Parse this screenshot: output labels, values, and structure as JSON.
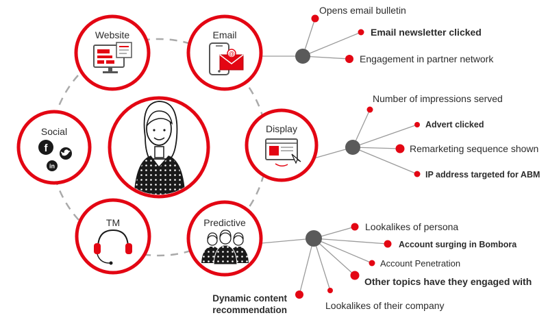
{
  "colors": {
    "accent": "#e30613",
    "dark": "#1a1a1a",
    "hub": "#5a5a5a",
    "muted": "#888888",
    "dashed_ring": "#aaaaaa"
  },
  "channels": {
    "center": {
      "icon": "persona-woman-icon"
    },
    "website": {
      "label": "Website",
      "icon": "desktop-monitor-icon"
    },
    "email": {
      "label": "Email",
      "icon": "phone-email-icon"
    },
    "social": {
      "label": "Social",
      "icon": "social-media-icon",
      "networks": [
        "f",
        "in"
      ]
    },
    "display": {
      "label": "Display",
      "icon": "display-advert-icon"
    },
    "tm": {
      "label": "TM",
      "icon": "headset-icon"
    },
    "predictive": {
      "label": "Predictive",
      "icon": "group-people-icon"
    }
  },
  "signals": {
    "email": [
      {
        "text": "Opens email bulletin",
        "style": "normal"
      },
      {
        "text": "Email newsletter clicked",
        "style": "bold"
      },
      {
        "text": "Engagement in partner network",
        "style": "normal"
      }
    ],
    "display": [
      {
        "text": "Number of impressions served",
        "style": "normal"
      },
      {
        "text": "Advert clicked",
        "style": "muted"
      },
      {
        "text": "Remarketing sequence shown",
        "style": "normal"
      },
      {
        "text": "IP address targeted for ABM",
        "style": "bold"
      }
    ],
    "predictive": [
      {
        "text": "Lookalikes of persona",
        "style": "normal"
      },
      {
        "text": "Account surging in Bombora",
        "style": "muted"
      },
      {
        "text": "Account Penetration",
        "style": "normal"
      },
      {
        "text": "Other topics have they engaged with",
        "style": "bold"
      },
      {
        "text": "Lookalikes of their company",
        "style": "normal"
      },
      {
        "text": "Dynamic content",
        "style": "bold"
      },
      {
        "text": "recommendation",
        "style": "bold"
      }
    ]
  }
}
